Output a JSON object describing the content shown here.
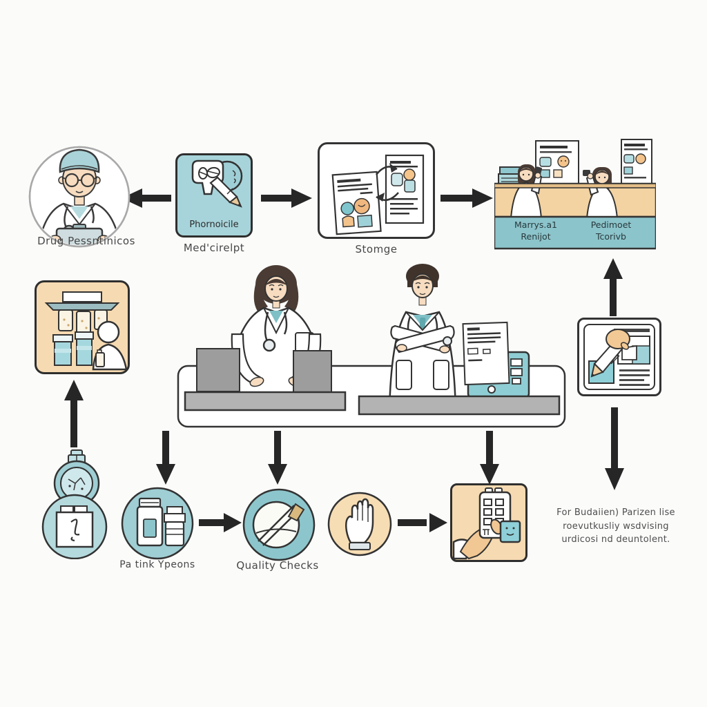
{
  "labels": {
    "doctor": "Drug Pessntinicos",
    "pharmacy_box_inner": "Phornoicile",
    "pharmacy_box": "Med'cirelpt",
    "storage": "Stomge",
    "counter_left_1": "Marrys.a1",
    "counter_left_2": "Renijot",
    "counter_right_1": "Pedimoet",
    "counter_right_2": "Tcorivb",
    "patient_pickup": "Pa tink Ypeons",
    "quality": "Quality Checks",
    "note_1": "For Budaiien) Parizen lise",
    "note_2": "roevutkusliy wsdvising",
    "note_3": "urdicosi nd deuntolent."
  },
  "colors": {
    "background": "#fbfbfa",
    "teal_box": "#a7d4da",
    "teal_circle": "#9fced4",
    "teal_circle_dark": "#8cc6cc",
    "teal_light": "#b5dade",
    "orange_box": "#f6dab1",
    "counter_orange": "#f3d3a2",
    "counter_teal": "#8cc4cb",
    "monitor_gray": "#9d9d9d",
    "desk_gray": "#b3b3b3",
    "skin": "#f7dcc0",
    "hair_brown": "#4a3c34",
    "outline": "#333333",
    "arrow": "#262626",
    "check_tan": "#d9b97e"
  }
}
